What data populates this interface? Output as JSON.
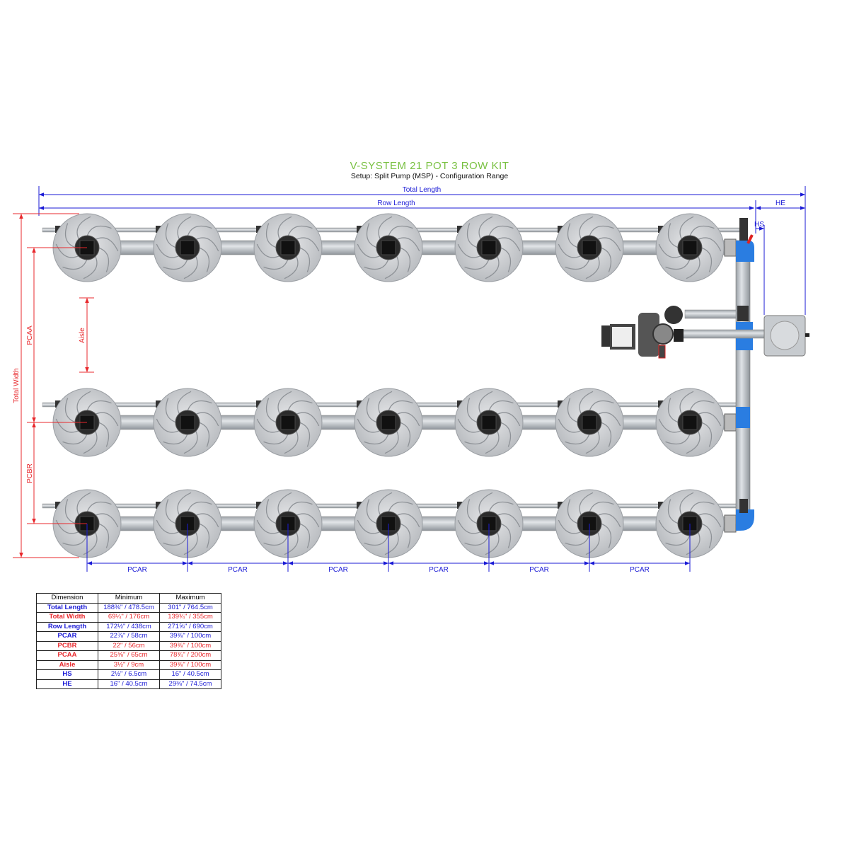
{
  "title": "V-SYSTEM 21 POT 3 ROW KIT",
  "subtitle": "Setup: Split Pump (MSP) - Configuration Range",
  "colors": {
    "title": "#7ac143",
    "blue_dimension": "#1a1ad6",
    "red_dimension": "#e8282c",
    "fitting_blue": "#2a7de1"
  },
  "dimension_labels": {
    "total_length": "Total Length",
    "row_length": "Row Length",
    "he": "HE",
    "hs": "HS",
    "total_width": "Total Width",
    "pcaa": "PCAA",
    "pcbr": "PCBR",
    "aisle": "Aisle",
    "pcar": "PCAR"
  },
  "layout": {
    "rows": 3,
    "pots_per_row": 7
  },
  "table": {
    "headers": [
      "Dimension",
      "Minimum",
      "Maximum"
    ],
    "rows": [
      {
        "dimension": "Total Length",
        "min": "188⅜\" / 478.5cm",
        "max": "301\" / 764.5cm",
        "color": "blue"
      },
      {
        "dimension": "Total Width",
        "min": "69¼\" / 176cm",
        "max": "139¾\" / 355cm",
        "color": "red"
      },
      {
        "dimension": "Row Length",
        "min": "172½\" / 438cm",
        "max": "271⅝\" / 690cm",
        "color": "blue"
      },
      {
        "dimension": "PCAR",
        "min": "22⅞\" / 58cm",
        "max": "39⅜\" / 100cm",
        "color": "blue"
      },
      {
        "dimension": "PCBR",
        "min": "22\" / 56cm",
        "max": "39⅜\" / 100cm",
        "color": "red"
      },
      {
        "dimension": "PCAA",
        "min": "25⅝\" / 65cm",
        "max": "78¾\" / 200cm",
        "color": "red"
      },
      {
        "dimension": "Aisle",
        "min": "3½\" / 9cm",
        "max": "39⅜\" / 100cm",
        "color": "red"
      },
      {
        "dimension": "HS",
        "min": "2½\" / 6.5cm",
        "max": "16\" / 40.5cm",
        "color": "blue"
      },
      {
        "dimension": "HE",
        "min": "16\" / 40.5cm",
        "max": "29⅜\" / 74.5cm",
        "color": "blue"
      }
    ]
  }
}
